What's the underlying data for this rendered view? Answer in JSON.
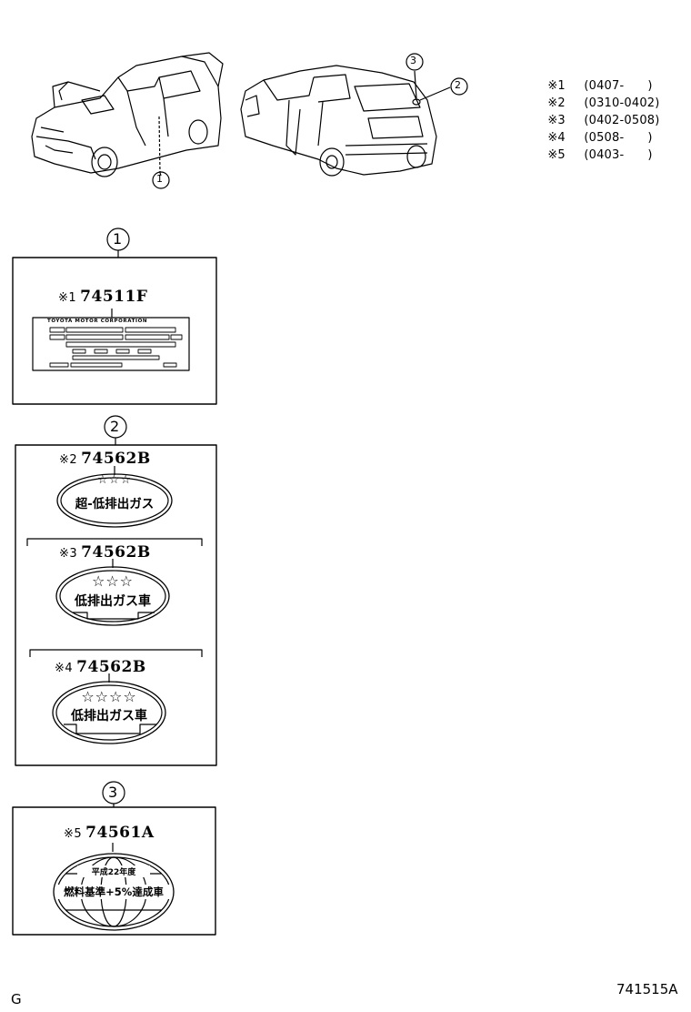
{
  "legend": [
    {
      "key": "※1",
      "range": "(0407-      )"
    },
    {
      "key": "※2",
      "range": "(0310-0402)"
    },
    {
      "key": "※3",
      "range": "(0402-0508)"
    },
    {
      "key": "※4",
      "range": "(0508-      )"
    },
    {
      "key": "※5",
      "range": "(0403-      )"
    }
  ],
  "callouts": {
    "one": "1",
    "two": "2",
    "three": "3"
  },
  "section1": {
    "mark": "※1",
    "part": "74511F",
    "plate_text": "TOYOTA  MOTOR  CORPORATION"
  },
  "section2": {
    "items": [
      {
        "mark": "※2",
        "part": "74562B",
        "stars": "☆☆☆",
        "text": "超-低排出ガス"
      },
      {
        "mark": "※3",
        "part": "74562B",
        "stars": "☆☆☆",
        "text": "低排出ガス車"
      },
      {
        "mark": "※4",
        "part": "74562B",
        "stars": "☆☆☆☆",
        "text": "低排出ガス車"
      }
    ]
  },
  "section3": {
    "mark": "※5",
    "part": "74561A",
    "top_text": "平成22年度",
    "main_text": "燃料基準+5%達成車"
  },
  "footer": {
    "left": "G",
    "right": "741515A"
  }
}
